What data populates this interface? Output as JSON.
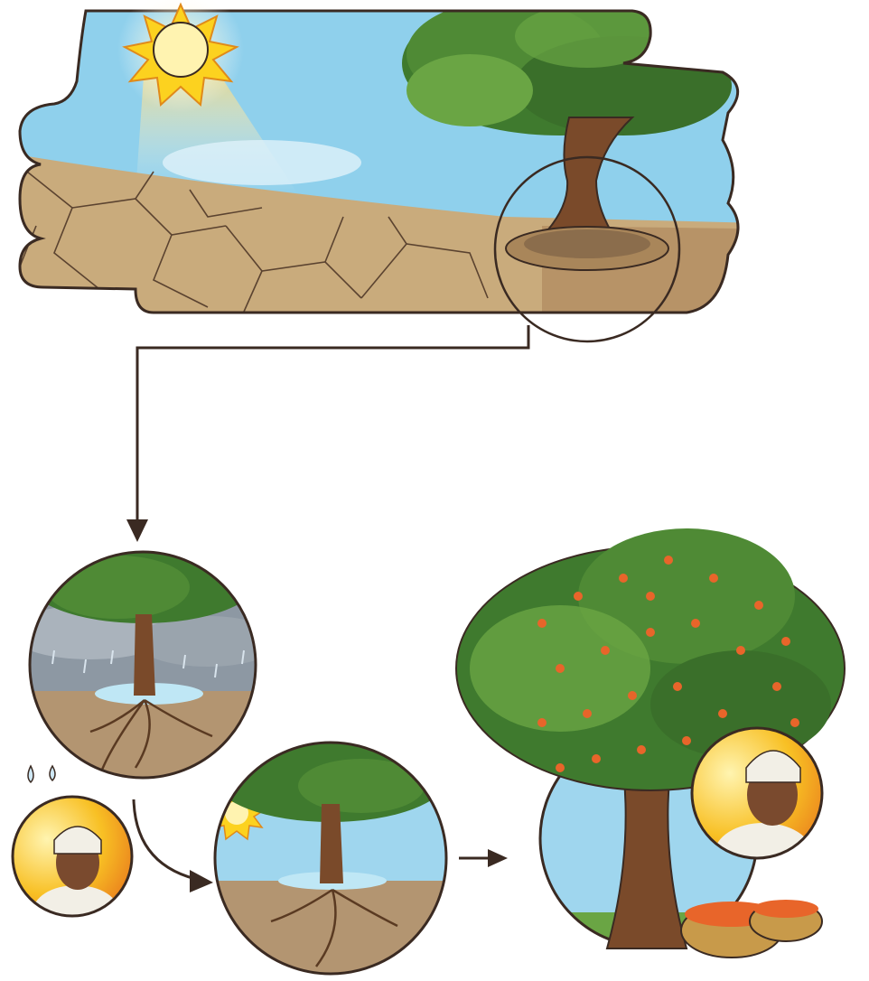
{
  "scenes": [
    {
      "id": "dry-land",
      "weather": "sunny",
      "ground": "cracked-dry-soil",
      "subject": "tree-with-basin"
    },
    {
      "id": "rain-fills-basin",
      "weather": "rain",
      "ground": "basin-with-water",
      "subject": "tree-roots-absorbing"
    },
    {
      "id": "sun-after-rain",
      "weather": "sunny",
      "ground": "basin-with-water",
      "subject": "tree-roots"
    },
    {
      "id": "fruiting-tree",
      "weather": "sunny",
      "ground": "grass",
      "subject": "orange-tree-with-baskets"
    }
  ],
  "icons": [
    "sun-icon",
    "rain-icon",
    "water-drop-icon",
    "arrow-icon",
    "farmer-avatar-icon",
    "orange-fruit-icon",
    "basket-icon"
  ],
  "colors": {
    "sky": "#8fd0ec",
    "soil": "#c9ab7c",
    "soil_dark": "#8b6d4c",
    "foliage": "#3f7a2e",
    "foliage_light": "#6aa544",
    "trunk": "#7a4a2a",
    "water": "#bfe7f5",
    "storm": "#8d98a3",
    "orange": "#e8652a",
    "sun": "#fcd21f",
    "outline": "#3a2a22",
    "skin": "#7a4a2e",
    "turban": "#f2efe6"
  }
}
